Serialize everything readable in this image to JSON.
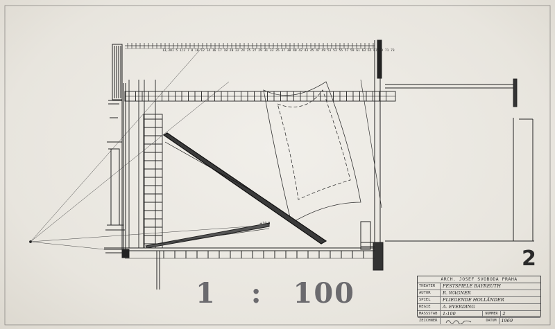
{
  "ruler_text": "13,381 5 1/2  7 8 10 12 14 16 17 18 20 22 24 25 27 29 31 33 35 37 38 40 42 43 45 47 49 51 53 55 57 59 61 63 65 67 69 71 73",
  "marker_label": "+10,0",
  "scale": {
    "left": "1",
    "colon": ":",
    "right": "100"
  },
  "sheet_number": "2",
  "title_block": {
    "architect": "ARCH. JOSEF SVOBODA PRAHA",
    "rows": [
      {
        "label": "THEATER",
        "value": "FESTSPIELE BAYREUTH"
      },
      {
        "label": "AUTOR",
        "value": "R. WAGNER"
      },
      {
        "label": "SPIEL",
        "value": "FLIEGENDE HOLLÄNDER"
      },
      {
        "label": "REGIE",
        "value": "A. EVERDING"
      }
    ],
    "mass_label": "MASSSTAB",
    "mass_value": "1:100",
    "number_label": "NUMMER",
    "number_value": "2",
    "drawn_label": "ZEICHNER",
    "date_label": "DATUM",
    "date_value": "1969"
  },
  "colors": {
    "paper": "#ece9e2",
    "ink": "#2b2b2b",
    "stamp": "#6b6a6e"
  }
}
